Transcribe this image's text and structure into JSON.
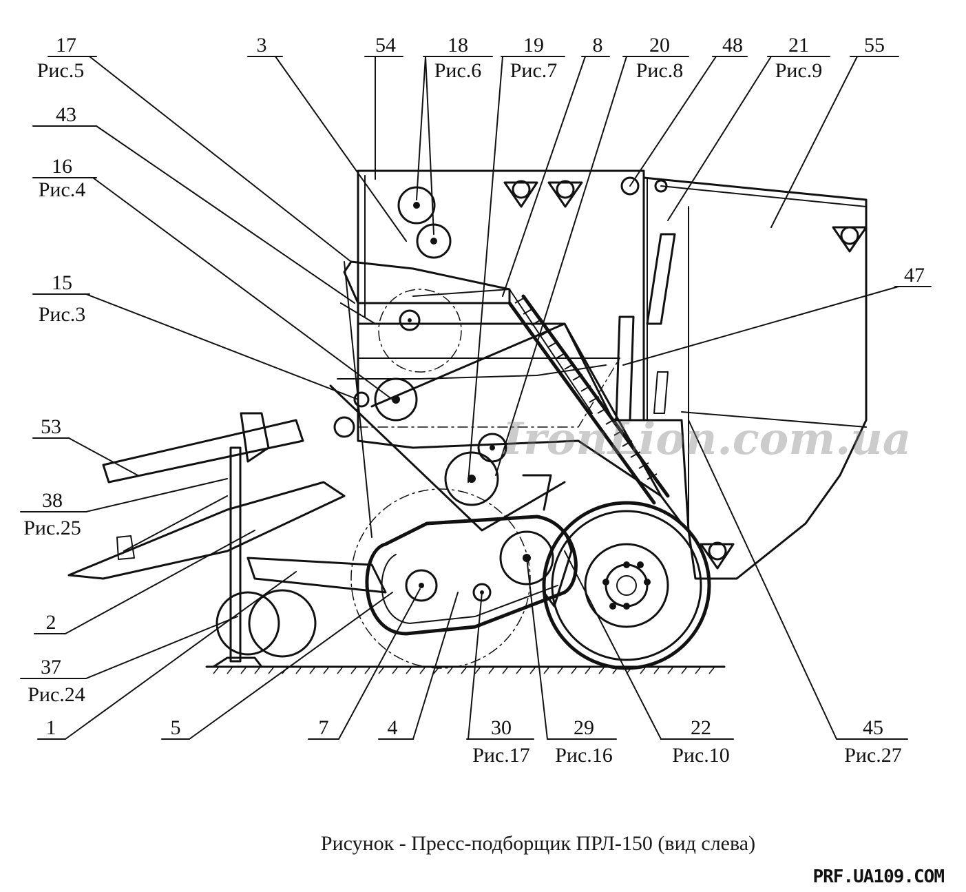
{
  "caption": "Рисунок - Пресс-подборщик ПРЛ-150 (вид слева)",
  "site_mark": "PRF.UA109.COM",
  "watermark": "IronLion.com.ua",
  "callouts": [
    {
      "id": "17",
      "num": "17",
      "ref": "Рис.5"
    },
    {
      "id": "3",
      "num": "3",
      "ref": ""
    },
    {
      "id": "54",
      "num": "54",
      "ref": ""
    },
    {
      "id": "18",
      "num": "18",
      "ref": "Рис.6"
    },
    {
      "id": "19",
      "num": "19",
      "ref": "Рис.7"
    },
    {
      "id": "8",
      "num": "8",
      "ref": ""
    },
    {
      "id": "20",
      "num": "20",
      "ref": "Рис.8"
    },
    {
      "id": "48",
      "num": "48",
      "ref": ""
    },
    {
      "id": "21",
      "num": "21",
      "ref": "Рис.9"
    },
    {
      "id": "55",
      "num": "55",
      "ref": ""
    },
    {
      "id": "43",
      "num": "43",
      "ref": ""
    },
    {
      "id": "16",
      "num": "16",
      "ref": "Рис.4"
    },
    {
      "id": "15",
      "num": "15",
      "ref": "Рис.3"
    },
    {
      "id": "47",
      "num": "47",
      "ref": ""
    },
    {
      "id": "53",
      "num": "53",
      "ref": ""
    },
    {
      "id": "38",
      "num": "38",
      "ref": "Рис.25"
    },
    {
      "id": "2",
      "num": "2",
      "ref": ""
    },
    {
      "id": "37",
      "num": "37",
      "ref": "Рис.24"
    },
    {
      "id": "1",
      "num": "1",
      "ref": ""
    },
    {
      "id": "5",
      "num": "5",
      "ref": ""
    },
    {
      "id": "7",
      "num": "7",
      "ref": ""
    },
    {
      "id": "4",
      "num": "4",
      "ref": ""
    },
    {
      "id": "30",
      "num": "30",
      "ref": "Рис.17"
    },
    {
      "id": "29",
      "num": "29",
      "ref": "Рис.16"
    },
    {
      "id": "22",
      "num": "22",
      "ref": "Рис.10"
    },
    {
      "id": "45",
      "num": "45",
      "ref": "Рис.27"
    }
  ]
}
